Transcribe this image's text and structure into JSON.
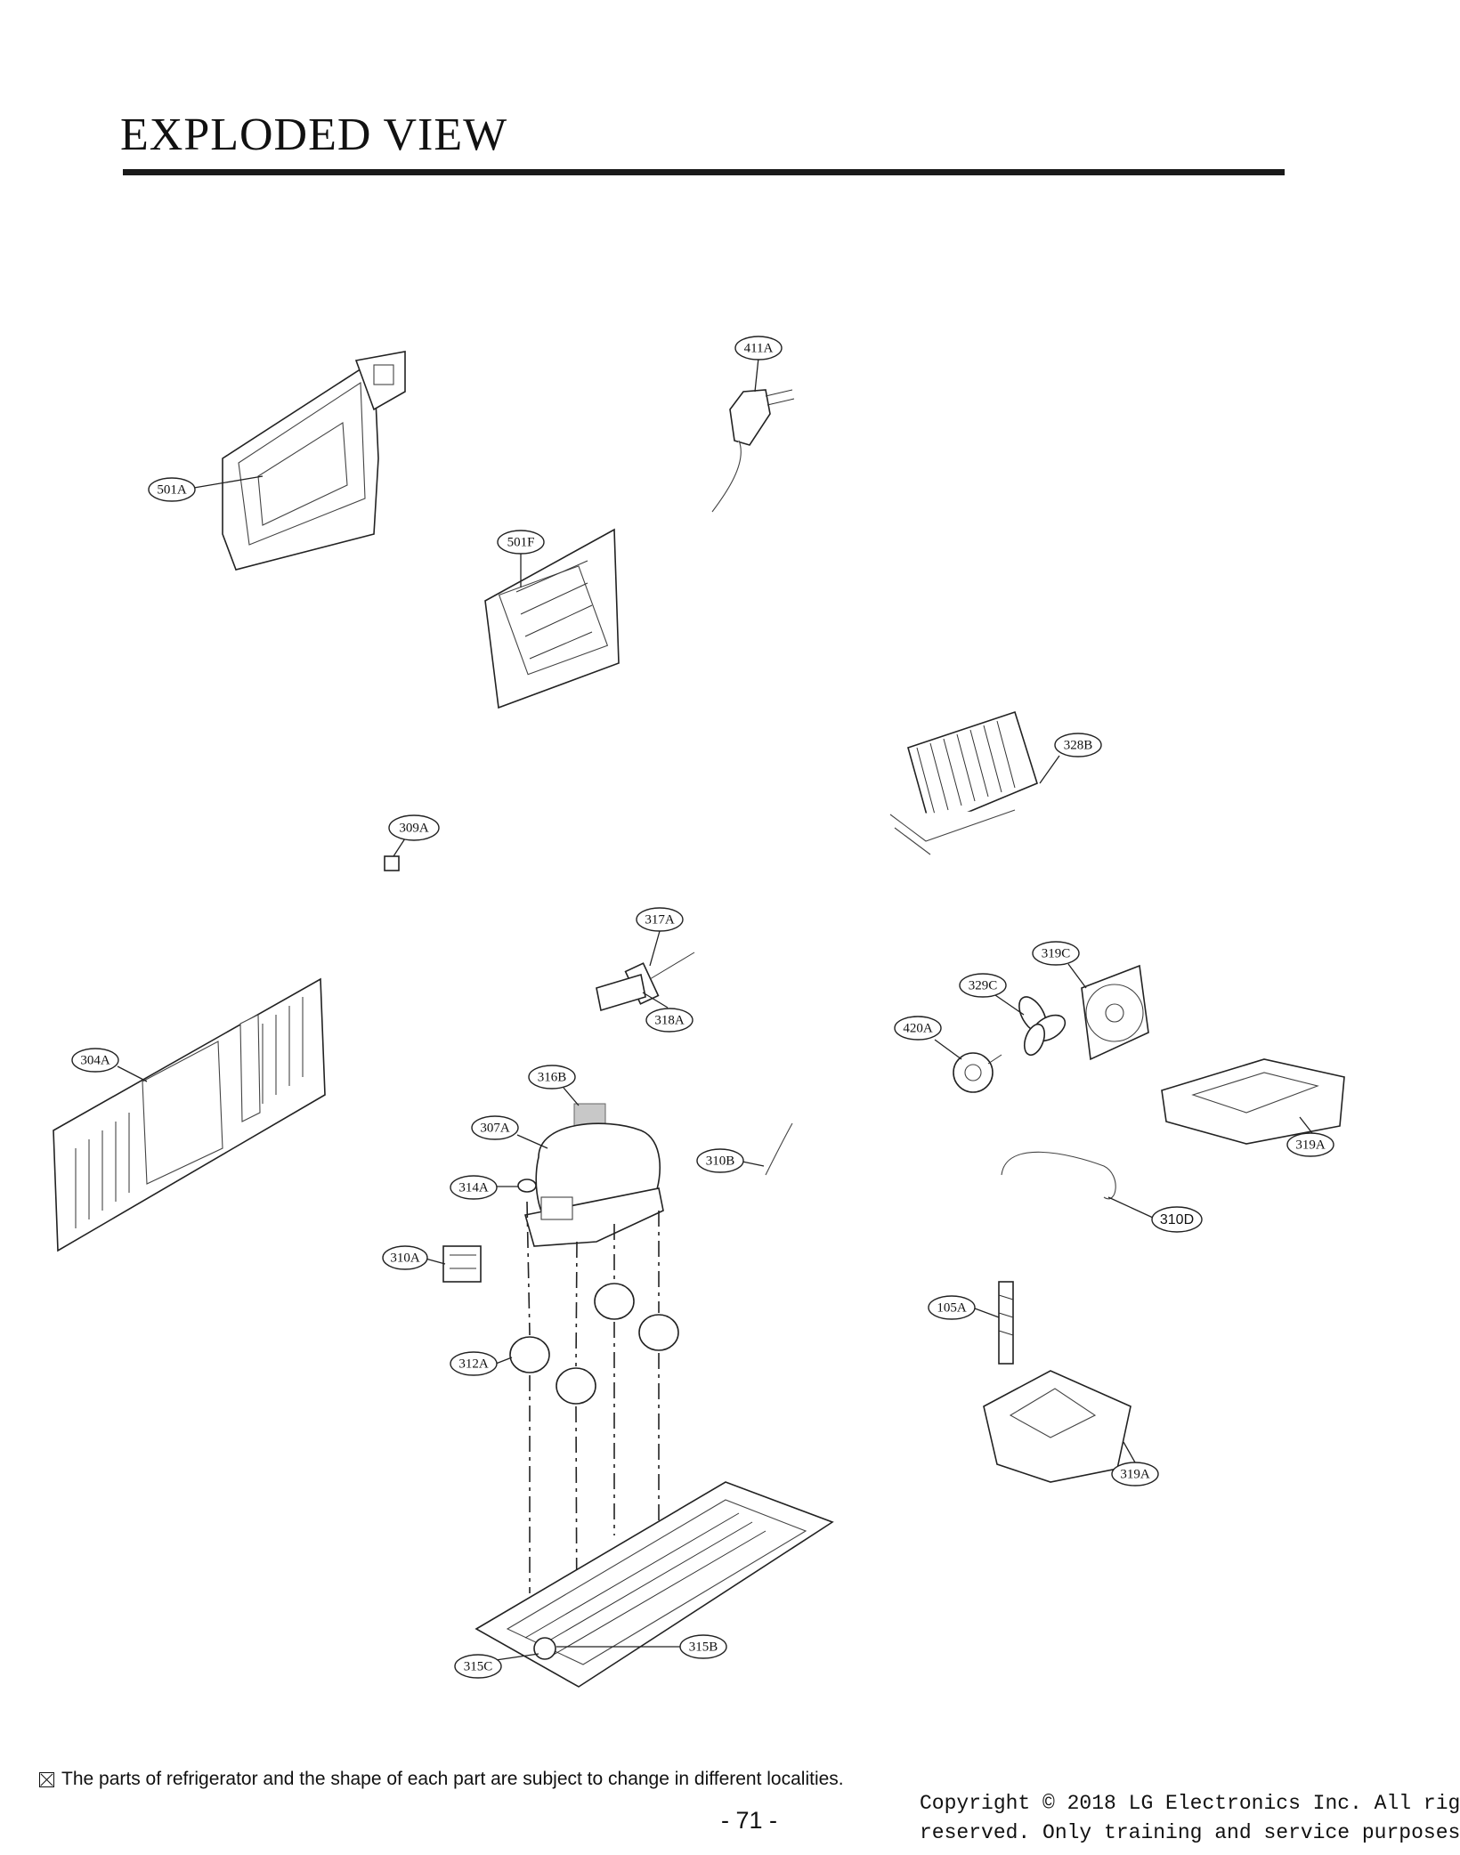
{
  "page": {
    "title": "EXPLODED VIEW",
    "note": "The parts of refrigerator and the shape of each part are subject to change in different localities.",
    "page_number": "- 71 -",
    "copyright_line1": "Copyright © 2018 LG Electronics Inc. All rig",
    "copyright_line2": "reserved. Only training and service purposes"
  },
  "callouts": {
    "c411A": "411A",
    "c501A": "501A",
    "c501F": "501F",
    "c328B": "328B",
    "c309A": "309A",
    "c317A": "317A",
    "c318A": "318A",
    "c319C": "319C",
    "c329C": "329C",
    "c420A": "420A",
    "c304A": "304A",
    "c316B": "316B",
    "c307A": "307A",
    "c310B": "310B",
    "c319A_top": "319A",
    "c314A": "314A",
    "c310D": "310D",
    "c310A": "310A",
    "c105A": "105A",
    "c312A": "312A",
    "c319A_bottom": "319A",
    "c315B": "315B",
    "c315C": "315C"
  }
}
